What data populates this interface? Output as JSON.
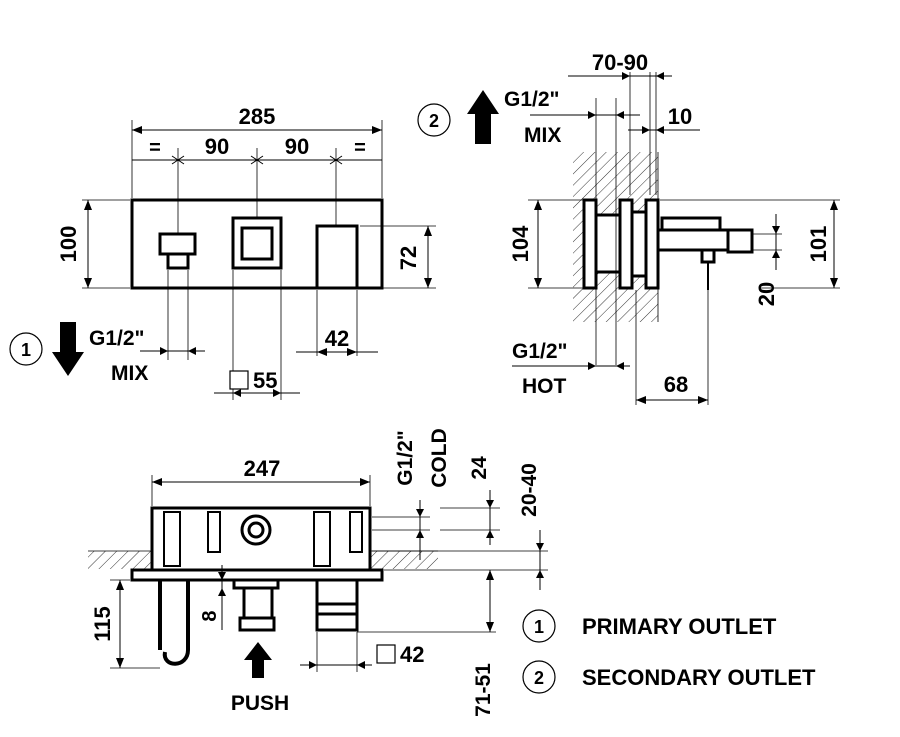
{
  "front_view": {
    "width_total": "285",
    "equal_left": "=",
    "spacing_left": "90",
    "spacing_right": "90",
    "equal_right": "=",
    "height": "100",
    "inner_height": "72",
    "handle_width": "42",
    "square_size": "55",
    "outlet_thread": "G1/2\"",
    "outlet_label": "MIX",
    "outlet_number": "1"
  },
  "side_view": {
    "wall_range": "70-90",
    "offset": "10",
    "height_left": "104",
    "height_right": "101",
    "small_offset": "20",
    "depth": "68",
    "inlet_thread": "G1/2\"",
    "inlet_label": "HOT",
    "outlet_thread": "G1/2\"",
    "outlet_label": "MIX",
    "outlet_number": "2"
  },
  "top_view": {
    "width": "247",
    "cold_thread": "G1/2\"",
    "cold_label": "COLD",
    "offset_24": "24",
    "range_20_40": "20-40",
    "height_115": "115",
    "gap_8": "8",
    "square_42": "42",
    "range_71_51": "71-51",
    "push_label": "PUSH"
  },
  "legend": {
    "items": [
      {
        "number": "1",
        "label": "PRIMARY OUTLET"
      },
      {
        "number": "2",
        "label": "SECONDARY OUTLET"
      }
    ]
  }
}
